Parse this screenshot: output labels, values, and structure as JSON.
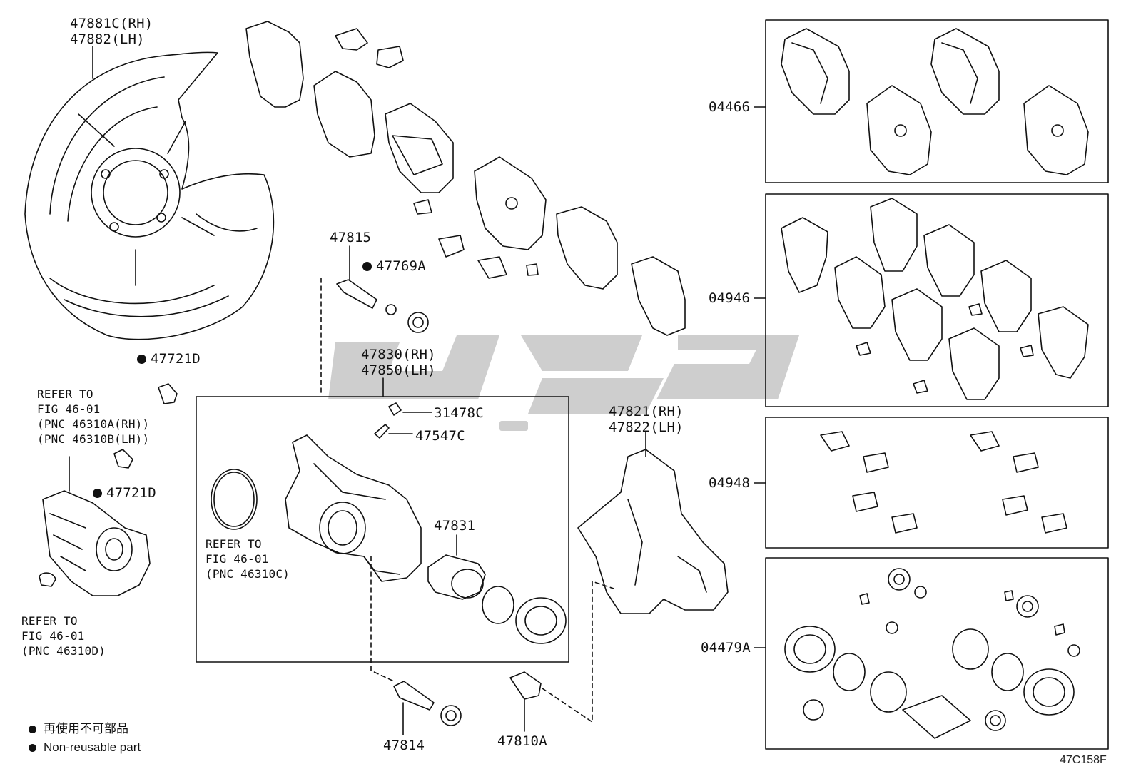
{
  "title_lines": {
    "shield_rh": "47881C(RH)",
    "shield_lh": "47882(LH)"
  },
  "parts": {
    "p47815": "47815",
    "p47769A": "47769A",
    "p47721D_a": "47721D",
    "p47721D_b": "47721D",
    "p47830": "47830(RH)",
    "p47850": "47850(LH)",
    "p31478C": "31478C",
    "p47547C": "47547C",
    "p47831": "47831",
    "p47821": "47821(RH)",
    "p47822": "47822(LH)",
    "p47814": "47814",
    "p47810A": "47810A",
    "p04466": "04466",
    "p04946": "04946",
    "p04948": "04948",
    "p04479A": "04479A"
  },
  "refs": {
    "ref1": [
      "REFER TO",
      "FIG 46-01",
      "(PNC 46310A(RH))",
      "(PNC 46310B(LH))"
    ],
    "ref2": [
      "REFER TO",
      "FIG 46-01",
      "(PNC 46310C)"
    ],
    "ref3": [
      "REFER TO",
      "FIG 46-01",
      "(PNC 46310D)"
    ]
  },
  "legend": {
    "line1": "再使用不可部品",
    "line2": "Non-reusable part"
  },
  "figure_code": "47C158F",
  "icons": {
    "non_reusable": "filled-circle-icon"
  }
}
